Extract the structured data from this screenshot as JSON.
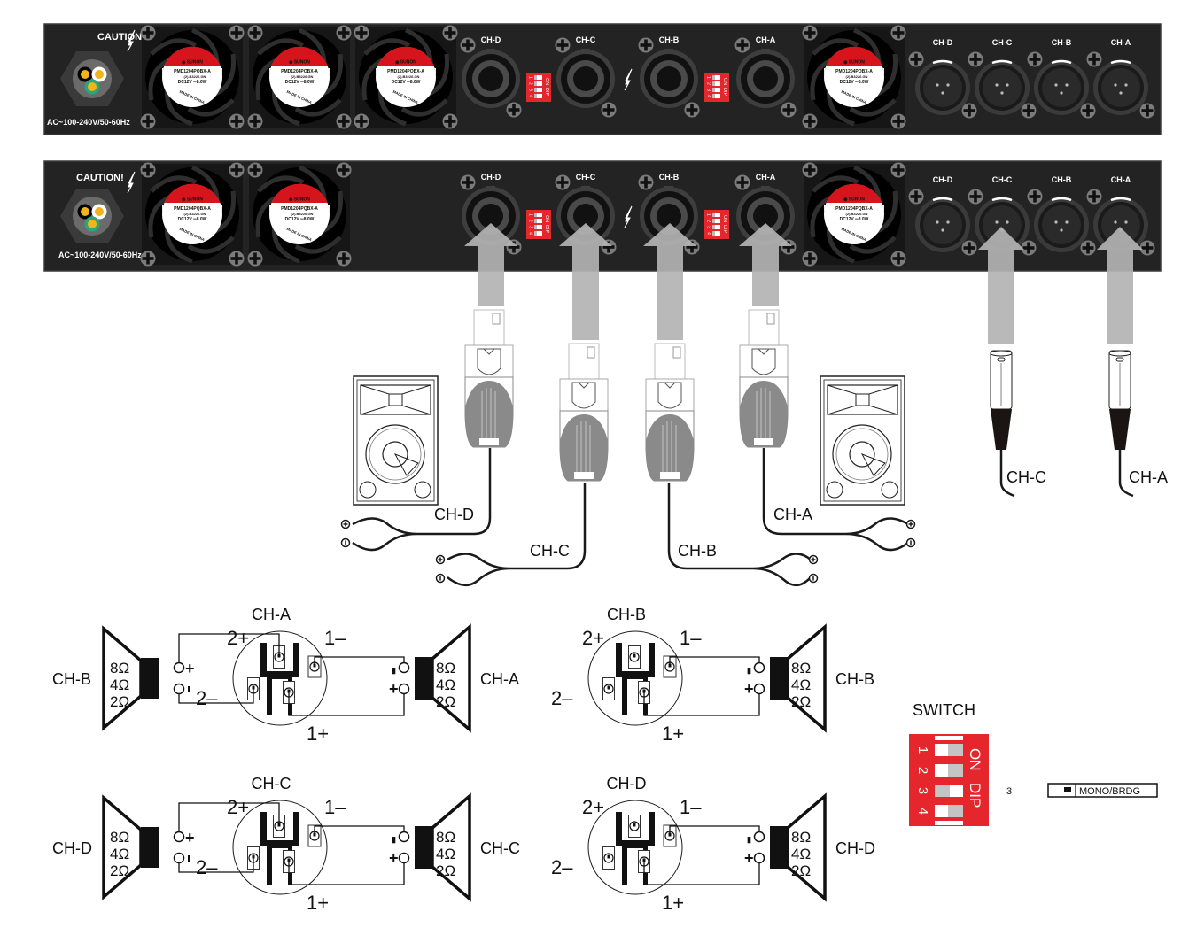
{
  "colors": {
    "panel_bg": "#232323",
    "panel_border": "#3a3a3a",
    "screw": "#7b7b7b",
    "speakon_ring": "#5a5a5a",
    "dip_red": "#e5262d",
    "fan_label_red": "#d6141c",
    "arrow_gray": "#b3b3b3",
    "wire": "#1a1a1a",
    "power_yellow": "#f2b31b",
    "power_green": "#2ba57a"
  },
  "panels": [
    {
      "id": "rear-panel-top",
      "caution_label": "CAUTION!",
      "power_label": "AC~100-240V/50-60Hz",
      "fan_count_left": 3,
      "speakon_outputs": [
        "CH-D",
        "CH-C",
        "CH-B",
        "CH-A"
      ],
      "xlr_inputs": [
        "CH-D",
        "CH-C",
        "CH-B",
        "CH-A"
      ],
      "dip_switch_labels": {
        "numbers": [
          "1",
          "2",
          "3",
          "4"
        ],
        "on": "ON",
        "dip": "DIP"
      }
    },
    {
      "id": "rear-panel-bottom",
      "caution_label": "CAUTION!",
      "power_label": "AC~100-240V/50-60Hz",
      "fan_count_left": 2,
      "speakon_outputs": [
        "CH-D",
        "CH-C",
        "CH-B",
        "CH-A"
      ],
      "xlr_inputs": [
        "CH-D",
        "CH-C",
        "CH-B",
        "CH-A"
      ],
      "dip_switch_labels": {
        "numbers": [
          "1",
          "2",
          "3",
          "4"
        ],
        "on": "ON",
        "dip": "DIP"
      }
    }
  ],
  "fan_label": {
    "brand": "SUNON",
    "model": "PMD1204PQBX-A",
    "sub": "(2).B3226.GN",
    "rating": "DC12V ═8.0W",
    "origin": "MADE IN CHINA"
  },
  "cable_labels": {
    "speakon": [
      "CH-D",
      "CH-C",
      "CH-B",
      "CH-A"
    ],
    "xlr": [
      "CH-C",
      "CH-A"
    ]
  },
  "wiring_diagrams": [
    {
      "title": "CH-A",
      "left_speaker": "CH-B",
      "right_speaker": "CH-A",
      "impedances": [
        "8Ω",
        "4Ω",
        "2Ω"
      ],
      "pins": {
        "p2plus": "2+",
        "p1minus": "1–",
        "p2minus": "2–",
        "p1plus": "1+"
      },
      "polarity": {
        "plus": "+",
        "minus": "-"
      }
    },
    {
      "title": "CH-B",
      "right_speaker": "CH-B",
      "impedances": [
        "8Ω",
        "4Ω",
        "2Ω"
      ],
      "pins": {
        "p2plus": "2+",
        "p1minus": "1–",
        "p2minus": "2–",
        "p1plus": "1+"
      },
      "polarity": {
        "plus": "+",
        "minus": "-"
      }
    },
    {
      "title": "CH-C",
      "left_speaker": "CH-D",
      "right_speaker": "CH-C",
      "impedances": [
        "8Ω",
        "4Ω",
        "2Ω"
      ],
      "pins": {
        "p2plus": "2+",
        "p1minus": "1–",
        "p2minus": "2–",
        "p1plus": "1+"
      },
      "polarity": {
        "plus": "+",
        "minus": "-"
      }
    },
    {
      "title": "CH-D",
      "right_speaker": "CH-D",
      "impedances": [
        "8Ω",
        "4Ω",
        "2Ω"
      ],
      "pins": {
        "p2plus": "2+",
        "p1minus": "1–",
        "p2minus": "2–",
        "p1plus": "1+"
      },
      "polarity": {
        "plus": "+",
        "minus": "-"
      }
    }
  ],
  "switch_legend": {
    "title": "SWITCH",
    "numbers": [
      "1",
      "2",
      "3",
      "4"
    ],
    "on_label": "ON",
    "dip_label": "DIP",
    "switch_positions": [
      "off",
      "off",
      "on",
      "off"
    ],
    "callout_number": "3",
    "callout_label": "MONO/BRDG"
  }
}
